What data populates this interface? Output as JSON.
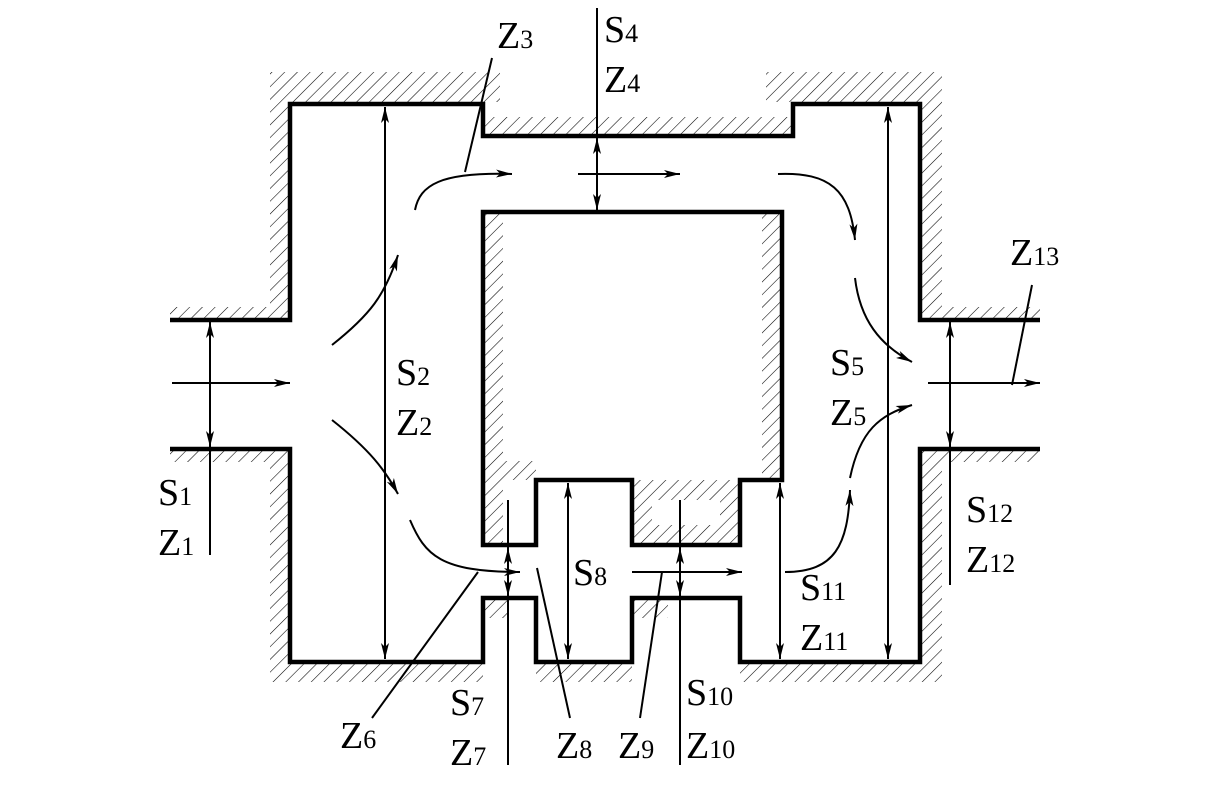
{
  "labels": {
    "s1": {
      "base": "S",
      "sub": "1"
    },
    "z1": {
      "base": "Z",
      "sub": "1"
    },
    "s2": {
      "base": "S",
      "sub": "2"
    },
    "z2": {
      "base": "Z",
      "sub": "2"
    },
    "z3": {
      "base": "Z",
      "sub": "3"
    },
    "s4": {
      "base": "S",
      "sub": "4"
    },
    "z4": {
      "base": "Z",
      "sub": "4"
    },
    "s5": {
      "base": "S",
      "sub": "5"
    },
    "z5": {
      "base": "Z",
      "sub": "5"
    },
    "z6": {
      "base": "Z",
      "sub": "6"
    },
    "s7": {
      "base": "S",
      "sub": "7"
    },
    "z7": {
      "base": "Z",
      "sub": "7"
    },
    "s8": {
      "base": "S",
      "sub": "8"
    },
    "z8": {
      "base": "Z",
      "sub": "8"
    },
    "z9": {
      "base": "Z",
      "sub": "9"
    },
    "s10": {
      "base": "S",
      "sub": "10"
    },
    "z10": {
      "base": "Z",
      "sub": "10"
    },
    "s11": {
      "base": "S",
      "sub": "11"
    },
    "z11": {
      "base": "Z",
      "sub": "11"
    },
    "s12": {
      "base": "S",
      "sub": "12"
    },
    "z12": {
      "base": "Z",
      "sub": "12"
    },
    "z13": {
      "base": "Z",
      "sub": "13"
    }
  },
  "colors": {
    "ink": "#000000",
    "background": "#ffffff"
  }
}
